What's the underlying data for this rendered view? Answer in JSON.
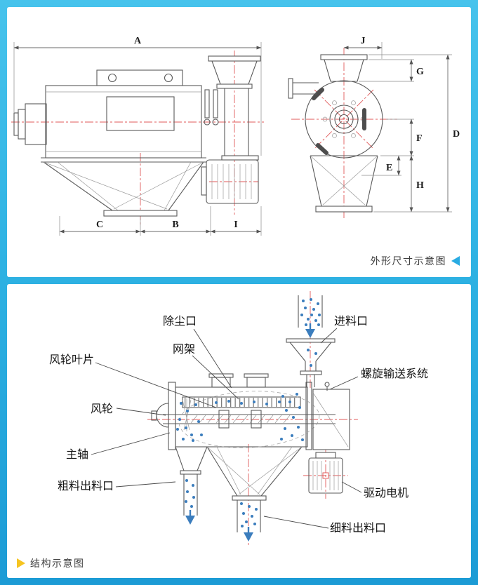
{
  "colors": {
    "accent_cyan": "#29abe2",
    "accent_yellow": "#f6c421",
    "line_gray": "#5a5a5a",
    "centerline_red": "#e05a5a",
    "particle_blue": "#3b7dbd",
    "panel_bg": "#ffffff"
  },
  "dimension_panel": {
    "caption": "外形尺寸示意图",
    "dims": {
      "a": "A",
      "b": "B",
      "c": "C",
      "d": "D",
      "e": "E",
      "f": "F",
      "g": "G",
      "h": "H",
      "i": "I",
      "j": "J"
    }
  },
  "structure_panel": {
    "caption": "结构示意图",
    "labels": {
      "dust_port": "除尘口",
      "feed_inlet": "进料口",
      "impeller_blades": "风轮叶片",
      "mesh_frame": "网架",
      "screw_conveyor": "螺旋输送系统",
      "impeller": "风轮",
      "main_shaft": "主轴",
      "coarse_outlet": "粗料出料口",
      "drive_motor": "驱动电机",
      "fine_outlet": "细料出料口"
    }
  }
}
